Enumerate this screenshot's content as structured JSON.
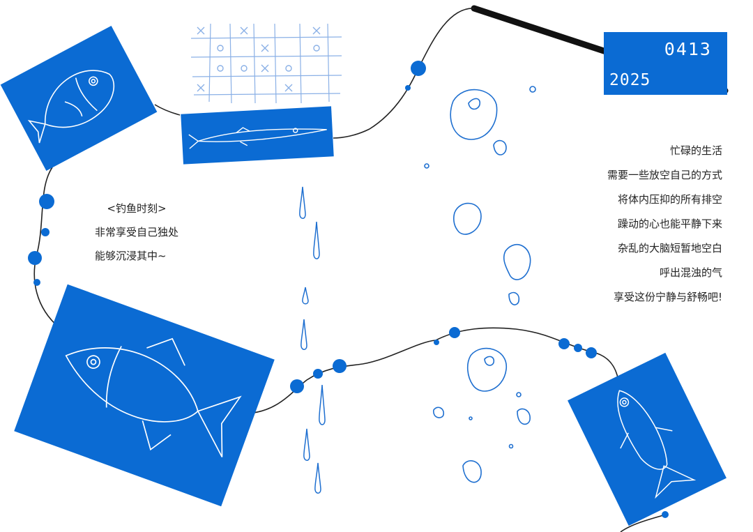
{
  "colors": {
    "blue": "#0b6bd3",
    "ink": "#222222",
    "rain": "#1e6fd0",
    "grid": "#8ab0e6"
  },
  "date": {
    "month_day": "0413",
    "year": "2025"
  },
  "note_left": {
    "title": "<钓鱼时刻>",
    "lines": [
      "非常享受自己独处",
      "能够沉浸其中~"
    ]
  },
  "note_right": {
    "lines": [
      "忙碌的生活",
      "需要一些放空自己的方式",
      "将体内压抑的所有排空",
      "躁动的心也能平静下来",
      "杂乱的大脑短暂地空白",
      "呼出混浊的气",
      "享受这份宁静与舒畅吧!"
    ]
  },
  "tic_tac_toe": {
    "rows": [
      [
        "x",
        "",
        "x",
        "",
        "",
        "x"
      ],
      [
        "",
        "o",
        "",
        "x",
        "",
        "o"
      ],
      [
        "",
        "o",
        "o",
        "x",
        "o",
        ""
      ],
      [
        "x",
        "",
        "",
        "",
        "x",
        ""
      ]
    ]
  },
  "icons": {
    "cards": [
      "fish-drawing-icon",
      "needlefish-drawing-icon",
      "fish-drawing-icon",
      "tuna-drawing-icon"
    ]
  }
}
